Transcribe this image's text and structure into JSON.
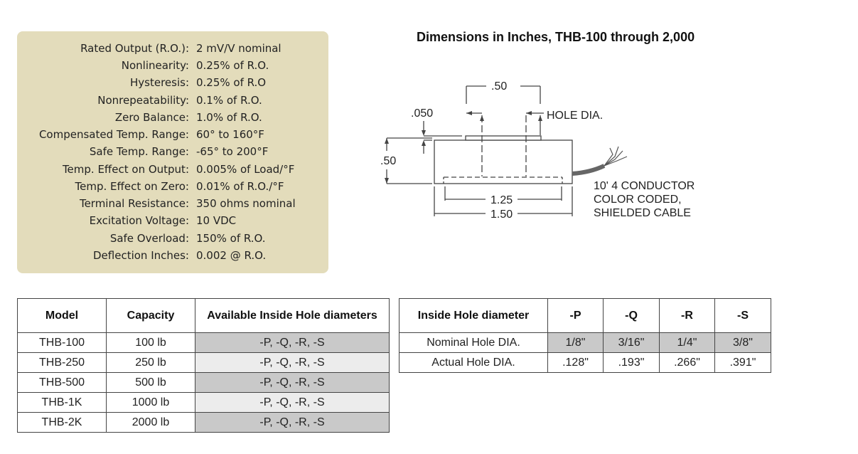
{
  "specs": [
    {
      "label": "Rated Output (R.O.):",
      "value": "2 mV/V nominal"
    },
    {
      "label": "Nonlinearity:",
      "value": "0.25% of R.O."
    },
    {
      "label": "Hysteresis:",
      "value": "0.25% of R.O"
    },
    {
      "label": "Nonrepeatability:",
      "value": "0.1% of R.O."
    },
    {
      "label": "Zero Balance:",
      "value": "1.0% of R.O."
    },
    {
      "label": "Compensated Temp. Range:",
      "value": "60° to 160°F"
    },
    {
      "label": "Safe Temp. Range:",
      "value": "-65° to 200°F"
    },
    {
      "label": "Temp. Effect on Output:",
      "value": "0.005% of Load/°F"
    },
    {
      "label": "Temp. Effect on Zero:",
      "value": "0.01% of R.O./°F"
    },
    {
      "label": "Terminal Resistance:",
      "value": "350 ohms nominal"
    },
    {
      "label": "Excitation Voltage:",
      "value": "10 VDC"
    },
    {
      "label": "Safe Overload:",
      "value": "150% of R.O."
    },
    {
      "label": "Deflection Inches:",
      "value": "0.002 @ R.O."
    }
  ],
  "diagram": {
    "title": "Dimensions in Inches, THB-100 through 2,000",
    "dim_hole_spacing": ".50",
    "dim_thickness": ".050",
    "hole_dia_label": "HOLE DIA.",
    "dim_height": ".50",
    "dim_inner_length": "1.25",
    "dim_length": "1.50",
    "cable_line1": "10' 4 CONDUCTOR",
    "cable_line2": "COLOR CODED,",
    "cable_line3": "SHIELDED CABLE"
  },
  "model_table": {
    "headers": [
      "Model",
      "Capacity",
      "Available Inside Hole diameters"
    ],
    "rows": [
      {
        "model": "THB-100",
        "capacity": "100 lb",
        "holes": "-P, -Q, -R, -S"
      },
      {
        "model": "THB-250",
        "capacity": "250 lb",
        "holes": "-P, -Q, -R, -S"
      },
      {
        "model": "THB-500",
        "capacity": "500 lb",
        "holes": "-P, -Q, -R, -S"
      },
      {
        "model": "THB-1K",
        "capacity": "1000 lb",
        "holes": "-P, -Q, -R, -S"
      },
      {
        "model": "THB-2K",
        "capacity": "2000 lb",
        "holes": "-P, -Q, -R, -S"
      }
    ]
  },
  "hole_table": {
    "headers": [
      "Inside Hole diameter",
      "-P",
      "-Q",
      "-R",
      "-S"
    ],
    "rows": [
      {
        "label": "Nominal Hole DIA.",
        "p": "1/8\"",
        "q": "3/16\"",
        "r": "1/4\"",
        "s": "3/8\""
      },
      {
        "label": "Actual Hole DIA.",
        "p": ".128\"",
        "q": ".193\"",
        "r": ".266\"",
        "s": ".391\""
      }
    ]
  }
}
